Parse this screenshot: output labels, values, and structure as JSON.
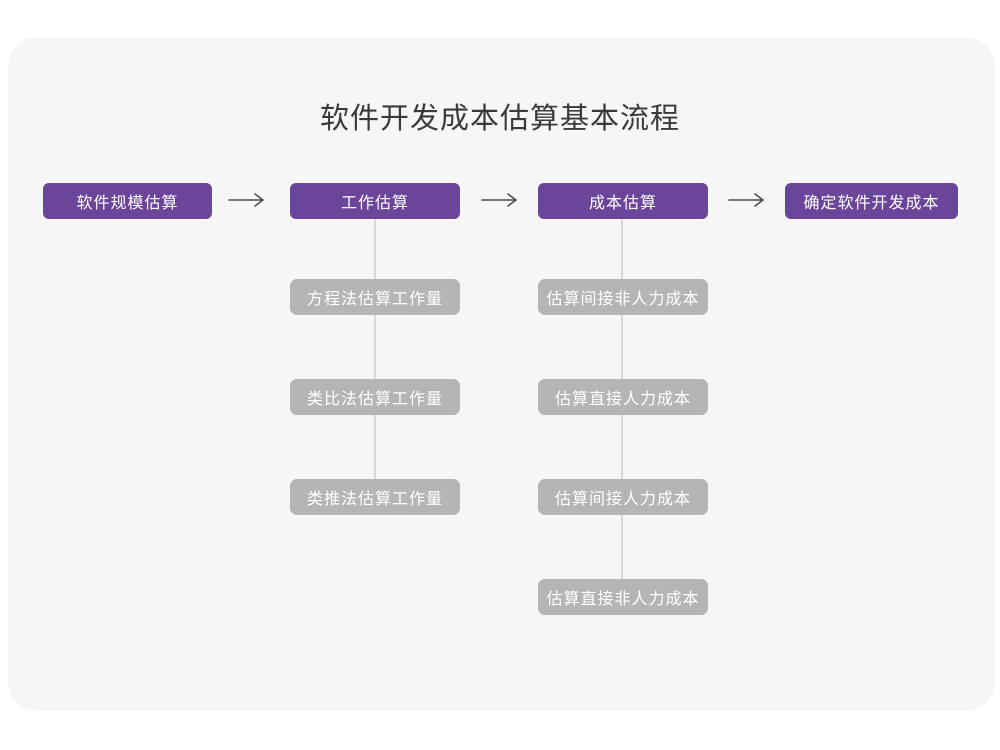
{
  "title": "软件开发成本估算基本流程",
  "colors": {
    "accent": "#6b4599",
    "muted": "#b5b5b5",
    "canvas": "#f6f6f7",
    "connector": "#d8d8d8",
    "arrow": "#4d4d4d",
    "title_text": "#3a3a3a",
    "node_text": "#ffffff"
  },
  "flow": {
    "main_steps": [
      {
        "label": "软件规模估算"
      },
      {
        "label": "工作估算"
      },
      {
        "label": "成本估算"
      },
      {
        "label": "确定软件开发成本"
      }
    ],
    "work_methods": [
      "方程法估算工作量",
      "类比法估算工作量",
      "类推法估算工作量"
    ],
    "cost_steps": [
      "估算间接非人力成本",
      "估算直接人力成本",
      "估算间接人力成本",
      "估算直接非人力成本"
    ]
  }
}
